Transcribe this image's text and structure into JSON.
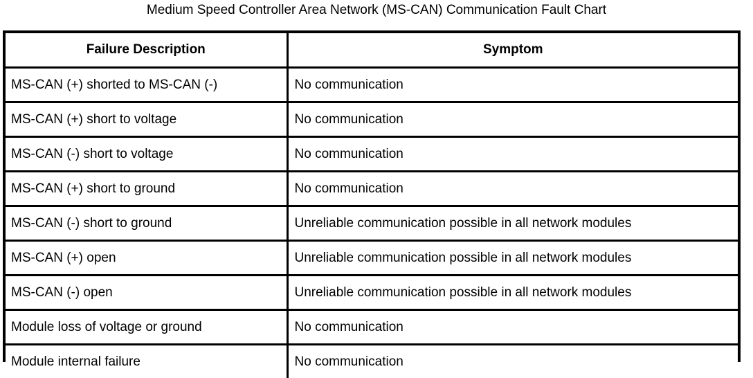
{
  "title": "Medium Speed Controller Area Network (MS-CAN) Communication Fault Chart",
  "table": {
    "columns": [
      {
        "key": "failure_description",
        "label": "Failure Description"
      },
      {
        "key": "symptom",
        "label": "Symptom"
      }
    ],
    "rows": [
      {
        "failure_description": "MS-CAN (+) shorted to MS-CAN (-)",
        "symptom": "No communication"
      },
      {
        "failure_description": "MS-CAN (+) short to voltage",
        "symptom": "No communication"
      },
      {
        "failure_description": "MS-CAN (-) short to voltage",
        "symptom": "No communication"
      },
      {
        "failure_description": "MS-CAN (+) short to ground",
        "symptom": "No communication"
      },
      {
        "failure_description": "MS-CAN (-) short to ground",
        "symptom": "Unreliable communication possible in all network modules"
      },
      {
        "failure_description": "MS-CAN (+) open",
        "symptom": "Unreliable communication possible in all network modules"
      },
      {
        "failure_description": "MS-CAN (-) open",
        "symptom": "Unreliable communication possible in all network modules"
      },
      {
        "failure_description": "Module loss of voltage or ground",
        "symptom": "No communication"
      },
      {
        "failure_description": "Module internal failure",
        "symptom": "No communication"
      }
    ]
  },
  "colors": {
    "background": "#ffffff",
    "text": "#000000",
    "border": "#000000"
  }
}
